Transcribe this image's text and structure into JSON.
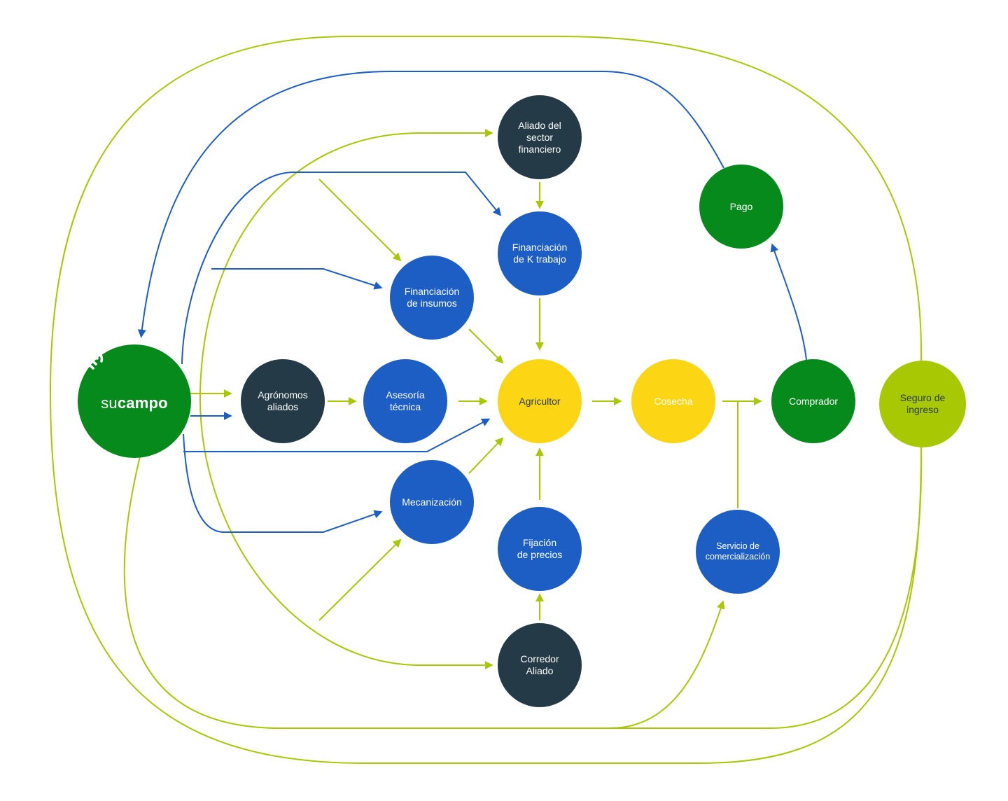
{
  "colors": {
    "navy": "#243b47",
    "blue": "#1c5ec4",
    "dark_green": "#068a1b",
    "yellow": "#fcd615",
    "lime": "#a9c804",
    "line_blue": "#1c5ec4",
    "line_lime": "#a9c804"
  },
  "brand": {
    "prefix": "su",
    "name": "campo",
    "icon": "sucampo-logo-icon"
  },
  "nodes": {
    "agronomos": "Agrónomos\naliados",
    "asesoria": "Asesoría\ntécnica",
    "agricultor": "Agricultor",
    "cosecha": "Cosecha",
    "comprador": "Comprador",
    "seguro": "Seguro de\ningreso",
    "aliado_financiero": "Aliado del\nsector\nfinanciero",
    "financiacion_k": "Financiación\nde K trabajo",
    "financiacion_insumos": "Financiación\nde insumos",
    "pago": "Pago",
    "mecanizacion": "Mecanización",
    "fijacion": "Fijación\nde precios",
    "corredor": "Corredor\nAliado",
    "servicio": "Servicio de\ncomercialización"
  }
}
